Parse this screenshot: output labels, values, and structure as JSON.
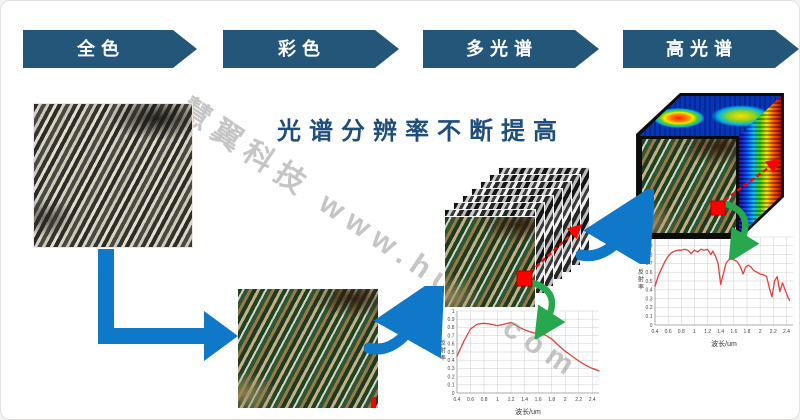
{
  "page": {
    "title": "光谱分辨率不断提高"
  },
  "banners": [
    {
      "id": "panchromatic",
      "label": "全色"
    },
    {
      "id": "color",
      "label": "彩色"
    },
    {
      "id": "multispectral",
      "label": "多光谱"
    },
    {
      "id": "hyperspectral",
      "label": "高光谱"
    }
  ],
  "watermark": {
    "part1": "慧翼科技 www.hu",
    "part2": "com"
  },
  "figures": {
    "panchromatic": "grayscale-farmland-satellite-image",
    "color": "true-color-farmland-satellite-image",
    "multispectral": "stack-of-grayscale-band-images-with-color-front",
    "hyperspectral": "image-cube-with-rainbow-spectral-faces"
  },
  "colors": {
    "banner_blue": "#24567a",
    "heading_blue": "#1f4e7c",
    "arrow_blue": "#0f78c8",
    "arrow_green": "#27a84f",
    "marker_red": "#ff0000",
    "curve_red": "#e0413a",
    "watermark_gray": "#969696"
  },
  "chart_data": [
    {
      "type": "line",
      "name": "multispectral-reflectance-spectrum",
      "xlabel": "波长/um",
      "ylabel": "反射率",
      "xlim": [
        0.4,
        2.5
      ],
      "ylim": [
        0,
        1
      ],
      "xticks": [
        0.4,
        0.6,
        0.8,
        1,
        1.2,
        1.4,
        1.6,
        1.8,
        2,
        2.2,
        2.4
      ],
      "yticks": [
        0,
        0.1,
        0.2,
        0.3,
        0.4,
        0.5,
        0.6,
        0.7,
        0.8,
        0.9,
        1
      ],
      "grid": true,
      "line_color": "#e0413a",
      "x": [
        0.4,
        0.5,
        0.6,
        0.7,
        0.8,
        0.9,
        1.0,
        1.1,
        1.2,
        1.3,
        1.4,
        1.5,
        1.6,
        1.7,
        1.8,
        1.9,
        2.0,
        2.1,
        2.2,
        2.3,
        2.4,
        2.5
      ],
      "y": [
        0.45,
        0.63,
        0.78,
        0.84,
        0.85,
        0.84,
        0.82,
        0.84,
        0.86,
        0.81,
        0.77,
        0.74,
        0.72,
        0.71,
        0.66,
        0.58,
        0.51,
        0.45,
        0.39,
        0.34,
        0.3,
        0.27
      ]
    },
    {
      "type": "line",
      "name": "hyperspectral-reflectance-spectrum",
      "xlabel": "波长/um",
      "ylabel": "反射率",
      "xlim": [
        0.4,
        2.5
      ],
      "ylim": [
        0,
        1
      ],
      "xticks": [
        0.4,
        0.6,
        0.8,
        1,
        1.2,
        1.4,
        1.6,
        1.8,
        2,
        2.2,
        2.4
      ],
      "yticks": [
        0,
        0.1,
        0.2,
        0.3,
        0.4,
        0.5,
        0.6,
        0.7,
        0.8,
        0.9,
        1
      ],
      "grid": true,
      "line_color": "#e0413a",
      "x": [
        0.4,
        0.45,
        0.5,
        0.55,
        0.6,
        0.65,
        0.7,
        0.75,
        0.8,
        0.85,
        0.9,
        0.95,
        1.0,
        1.05,
        1.1,
        1.15,
        1.2,
        1.25,
        1.28,
        1.32,
        1.36,
        1.4,
        1.44,
        1.48,
        1.52,
        1.56,
        1.6,
        1.65,
        1.7,
        1.74,
        1.78,
        1.82,
        1.86,
        1.9,
        1.95,
        2.0,
        2.05,
        2.1,
        2.14,
        2.18,
        2.22,
        2.26,
        2.3,
        2.34,
        2.38,
        2.42,
        2.45
      ],
      "y": [
        0.44,
        0.56,
        0.64,
        0.72,
        0.78,
        0.82,
        0.84,
        0.85,
        0.85,
        0.86,
        0.85,
        0.81,
        0.85,
        0.83,
        0.86,
        0.85,
        0.86,
        0.8,
        0.84,
        0.78,
        0.7,
        0.46,
        0.58,
        0.7,
        0.74,
        0.75,
        0.74,
        0.72,
        0.66,
        0.58,
        0.66,
        0.68,
        0.66,
        0.62,
        0.6,
        0.58,
        0.57,
        0.55,
        0.42,
        0.32,
        0.5,
        0.55,
        0.38,
        0.48,
        0.4,
        0.32,
        0.28
      ]
    }
  ]
}
